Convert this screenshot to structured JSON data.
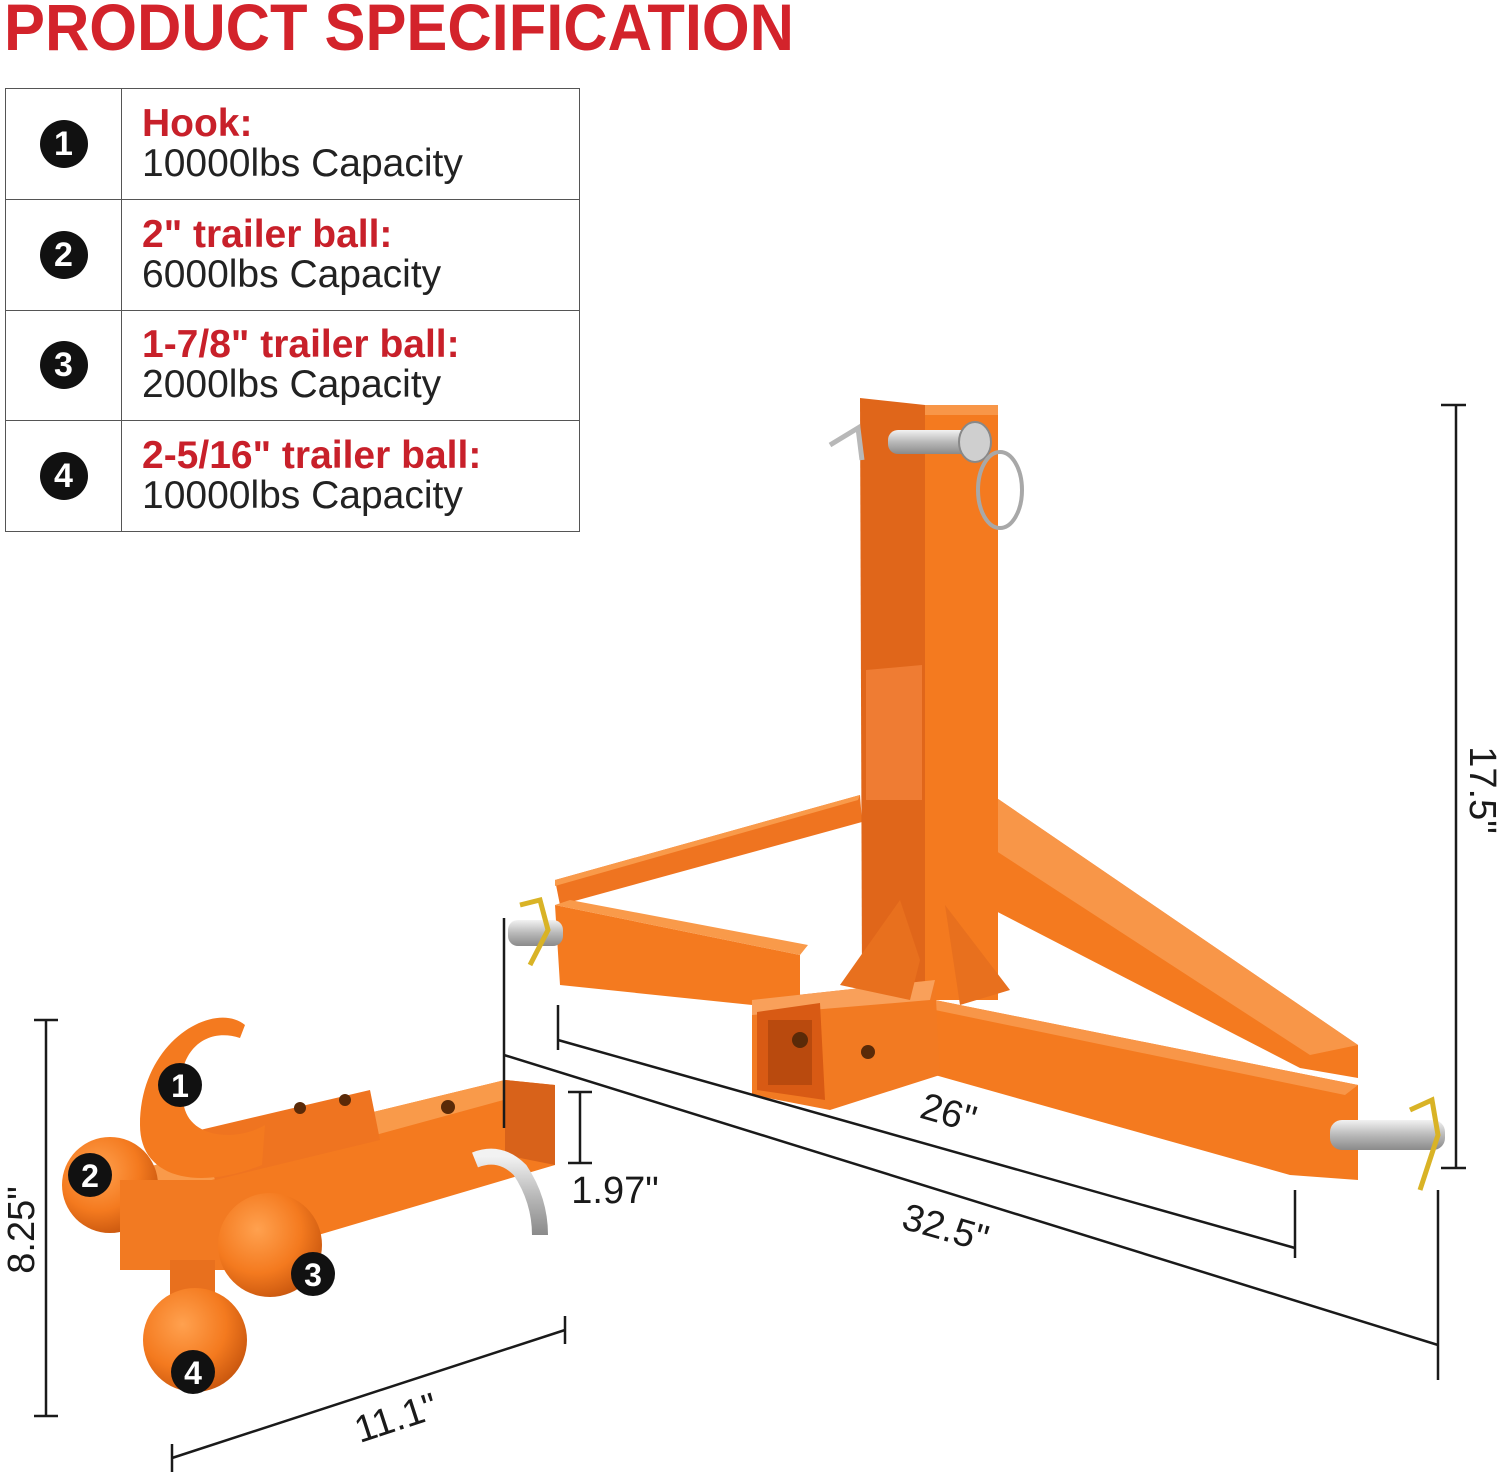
{
  "title": "PRODUCT SPECIFICATION",
  "specs": [
    {
      "number": "1",
      "name": "Hook:",
      "capacity": "10000lbs Capacity"
    },
    {
      "number": "2",
      "name": "2\" trailer ball:",
      "capacity": "6000lbs Capacity"
    },
    {
      "number": "3",
      "name": "1-7/8\" trailer ball:",
      "capacity": "2000lbs Capacity"
    },
    {
      "number": "4",
      "name": "2-5/16\" trailer ball:",
      "capacity": "10000lbs Capacity"
    }
  ],
  "dimensions": {
    "height": "17.5\"",
    "inner_width": "26\"",
    "outer_width": "32.5\"",
    "receiver": "1.97\"",
    "hitch_height": "8.25\"",
    "hitch_length": "11.1\""
  },
  "colors": {
    "title": "#d3232b",
    "spec_name": "#c8202a",
    "orange": "#f47a1f"
  }
}
